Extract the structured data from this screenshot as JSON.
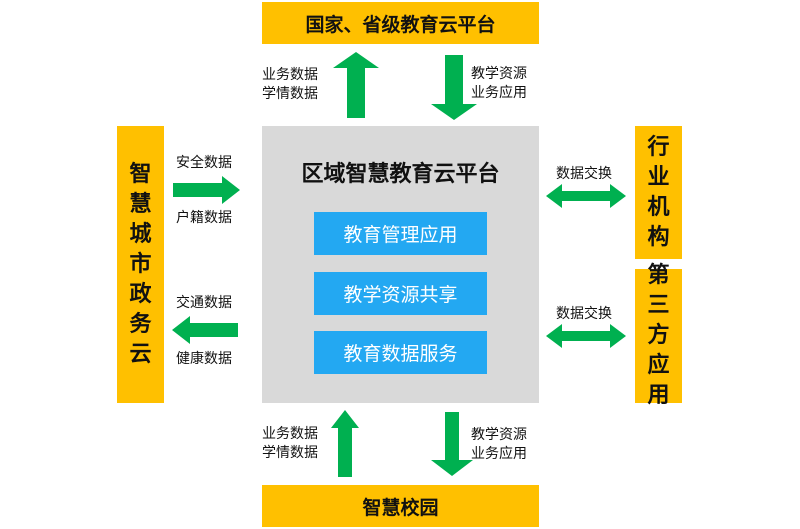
{
  "top_box": {
    "label": "国家、省级教育云平台"
  },
  "bottom_box": {
    "label": "智慧校园"
  },
  "left_box": {
    "chars": [
      "智",
      "慧",
      "城",
      "市",
      "政",
      "务",
      "云"
    ]
  },
  "right_box_1": {
    "chars": [
      "行",
      "业",
      "机",
      "构"
    ]
  },
  "right_box_2": {
    "chars": [
      "第",
      "三",
      "方",
      "应",
      "用"
    ]
  },
  "center": {
    "title": "区域智慧教育云平台",
    "services": [
      "教育管理应用",
      "教学资源共享",
      "教育数据服务"
    ]
  },
  "labels": {
    "top_up": [
      "业务数据",
      "学情数据"
    ],
    "top_down": [
      "教学资源",
      "业务应用"
    ],
    "bottom_up": [
      "业务数据",
      "学情数据"
    ],
    "bottom_down": [
      "教学资源",
      "业务应用"
    ],
    "left_in_top": "安全数据",
    "left_in_bottom": "户籍数据",
    "left_out_top": "交通数据",
    "left_out_bottom": "健康数据",
    "right_exchange_1": "数据交换",
    "right_exchange_2": "数据交换"
  },
  "colors": {
    "box_yellow": "#FFC000",
    "center_gray": "#D9D9D9",
    "service_blue": "#23A8F2",
    "arrow_green": "#00B050"
  }
}
